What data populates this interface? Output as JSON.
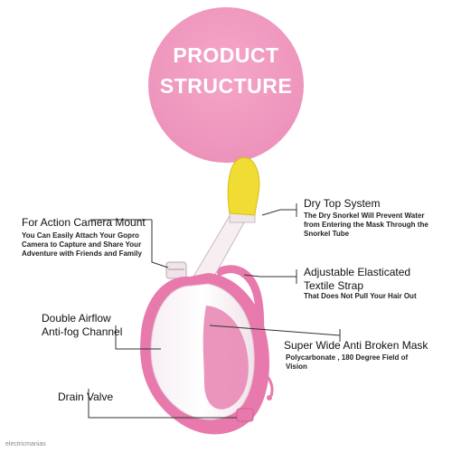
{
  "header": {
    "line1": "PRODUCT",
    "line2": "STRUCTURE"
  },
  "callouts": {
    "dry_top": {
      "title": "Dry Top System",
      "desc": [
        "The Dry Snorkel Will Prevent Water",
        "from Entering the Mask Through the",
        "Snorkel Tube"
      ]
    },
    "camera_mount": {
      "title": "For Action Camera Mount",
      "desc": [
        "You Can Easily Attach Your Gopro",
        "Camera to Capture and Share Your",
        "Adventure with Friends and Family"
      ]
    },
    "strap": {
      "title": [
        "Adjustable Elasticated",
        "Textile Strap"
      ],
      "desc": "That Does Not Pull Your Hair Out"
    },
    "airflow": {
      "title": [
        "Double Airflow",
        "Anti-fog Channel"
      ]
    },
    "mask": {
      "title": "Super Wide Anti Broken Mask",
      "desc": [
        "Polycarbonate , 180 Degree Field of",
        "Vision"
      ]
    },
    "drain": {
      "title": "Drain Valve"
    }
  },
  "watermark": "electricmanias",
  "colors": {
    "pink_circle": "#ee94bc",
    "mask_pink": "#e879ac",
    "snorkel_yellow": "#f1dc34",
    "line": "#333333"
  }
}
